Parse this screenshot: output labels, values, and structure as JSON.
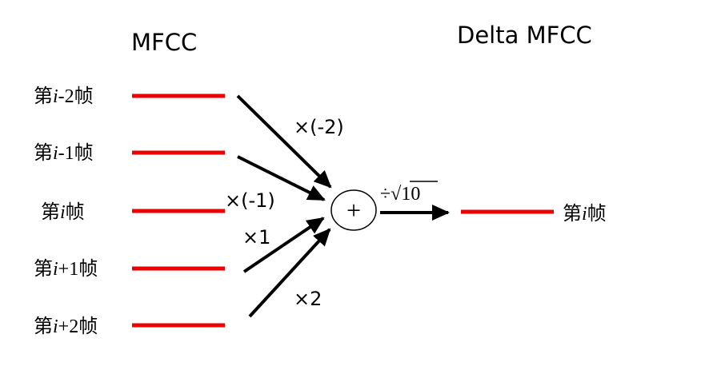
{
  "titles": {
    "left": "MFCC",
    "right": "Delta MFCC"
  },
  "colors": {
    "frame_line": "#ee0000",
    "arrow": "#000000",
    "text": "#000000"
  },
  "input_frames": [
    {
      "prefix": "第",
      "index": "i",
      "suffix": "-2帧",
      "weight": "×(-2)"
    },
    {
      "prefix": "第",
      "index": "i",
      "suffix": "-1帧",
      "weight": "×(-1)"
    },
    {
      "prefix": "第",
      "index": "i",
      "suffix": "帧",
      "weight": ""
    },
    {
      "prefix": "第",
      "index": "i",
      "suffix": "+1帧",
      "weight": "×1"
    },
    {
      "prefix": "第",
      "index": "i",
      "suffix": "+2帧",
      "weight": "×2"
    }
  ],
  "sum_node": {
    "symbol": "+"
  },
  "normalization": {
    "operator": "÷",
    "radical": "√",
    "value": "10"
  },
  "output_frame": {
    "prefix": "第",
    "index": "i",
    "suffix": "帧"
  }
}
